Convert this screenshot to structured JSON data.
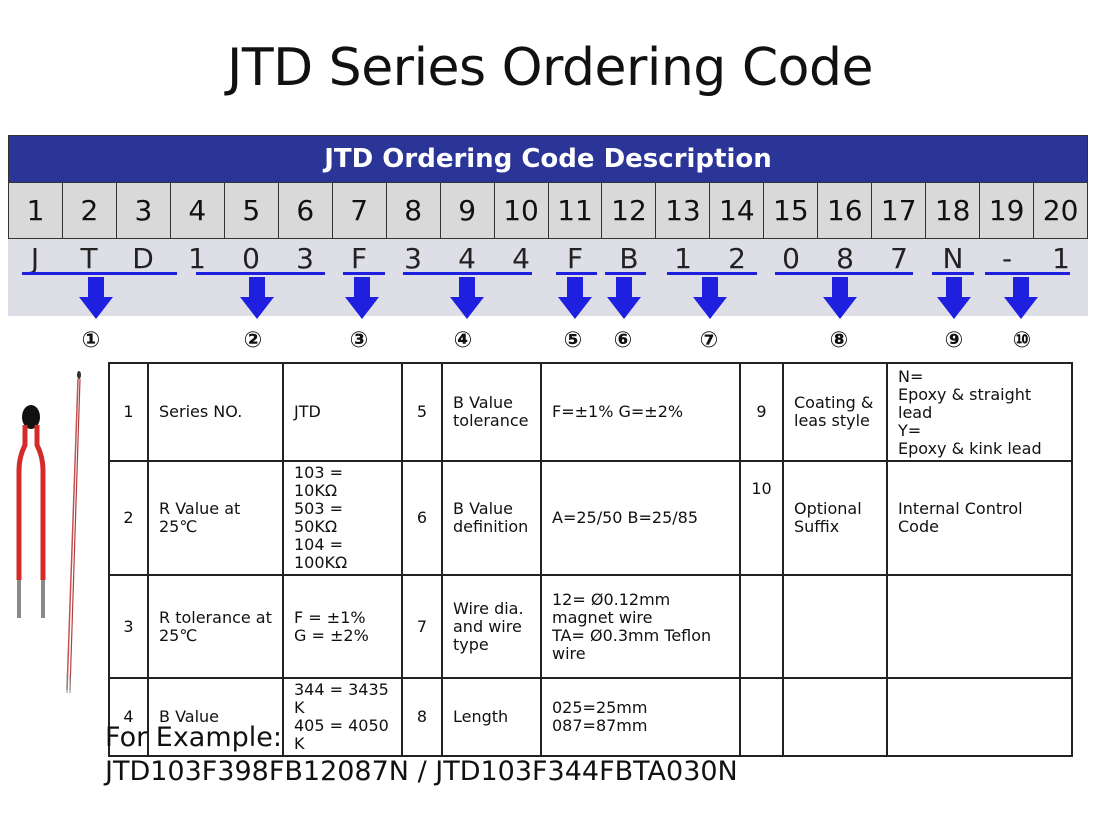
{
  "title": "JTD Series Ordering Code",
  "header": "JTD  Ordering Code Description",
  "positions": [
    "1",
    "2",
    "3",
    "4",
    "5",
    "6",
    "7",
    "8",
    "9",
    "10",
    "11",
    "12",
    "13",
    "14",
    "15",
    "16",
    "17",
    "18",
    "19",
    "20"
  ],
  "code_chars": [
    "J",
    "T",
    "D",
    "1",
    "0",
    "3",
    "F",
    "3",
    "4",
    "4",
    "F",
    "B",
    "1",
    "2",
    "0",
    "8",
    "7",
    "N",
    "-",
    "1"
  ],
  "group_markers": [
    "①",
    "②",
    "③",
    "④",
    "⑤",
    "⑥",
    "⑦",
    "⑧",
    "⑨",
    "⑩"
  ],
  "arrow_color": "#1f1fe0",
  "header_color": "#2b3597",
  "table": {
    "rows": [
      {
        "n1": "1",
        "f1": "Series NO.",
        "v1": [
          "JTD"
        ],
        "n2": "5",
        "f2": "B  Value tolerance",
        "v2": [
          "F=±1%    G=±2%"
        ],
        "n3": "9",
        "f3": "Coating & leas style",
        "v3": [
          "N=",
          "Epoxy & straight lead",
          "Y=",
          "Epoxy & kink lead"
        ]
      },
      {
        "n1": "2",
        "f1": "R Value at 25℃",
        "v1": [
          "103 = 10KΩ",
          "503 = 50KΩ",
          "104 = 100KΩ"
        ],
        "n2": "6",
        "f2": "B  Value definition",
        "v2": [
          "A=25/50    B=25/85"
        ],
        "n3": "10",
        "f3": "Optional Suffix",
        "v3": [
          "Internal Control Code"
        ]
      },
      {
        "n1": "3",
        "f1": "R tolerance at 25℃",
        "v1": [
          "F  = ±1%",
          "G = ±2%"
        ],
        "n2": "7",
        "f2": "Wire dia. and wire type",
        "v2": [
          "12= Ø0.12mm magnet wire",
          "TA= Ø0.3mm Teflon wire"
        ],
        "n3": "",
        "f3": "",
        "v3": []
      },
      {
        "n1": "4",
        "f1": "B  Value",
        "v1": [
          "344 = 3435 K",
          "405 = 4050 K"
        ],
        "n2": "8",
        "f2": "Length",
        "v2": [
          "025=25mm",
          "087=87mm"
        ],
        "n3": "",
        "f3": "",
        "v3": []
      }
    ]
  },
  "example_label": "For Example:",
  "example_codes": "JTD103F398FB12087N / JTD103F344FBTA030N"
}
